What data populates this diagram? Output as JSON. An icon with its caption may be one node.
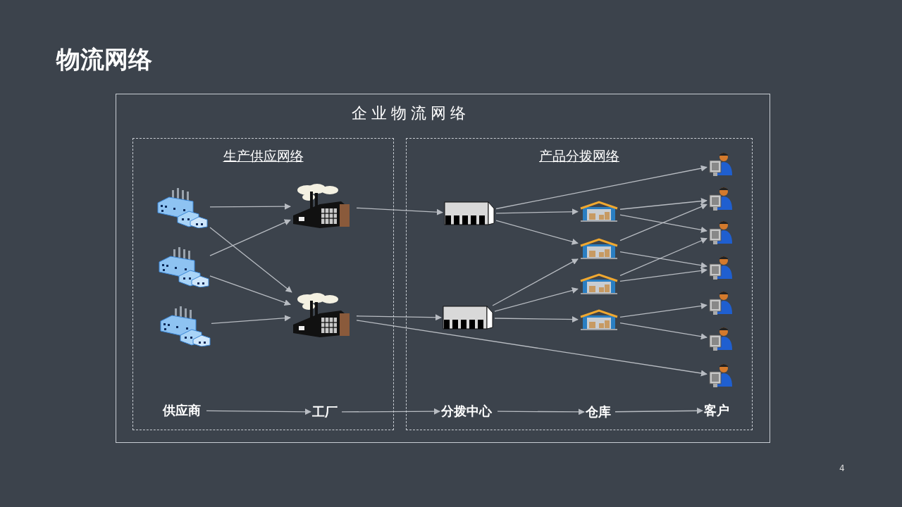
{
  "diagram": {
    "title": "物流网络",
    "nodes": [
      {
        "text": [
          "企业物流网络"
        ]
      },
      {
        "text": [
          "生产供应网络"
        ],
        "in": 0
      },
      {
        "text": [
          "产品分拨网络"
        ],
        "in": 0
      },
      {
        "text": [],
        "shape": "picture",
        "in": 1
      },
      {
        "text": [],
        "shape": "picture",
        "in": 1
      },
      {
        "text": [],
        "shape": "picture",
        "in": 1
      },
      {
        "text": [],
        "shape": "picture",
        "in": 1
      },
      {
        "text": [],
        "shape": "picture",
        "in": 1
      },
      {
        "text": [],
        "shape": "picture",
        "in": 2
      },
      {
        "text": [],
        "shape": "picture",
        "in": 2
      },
      {
        "text": [],
        "shape": "picture",
        "in": 2
      },
      {
        "text": [],
        "shape": "picture",
        "in": 2
      },
      {
        "text": [],
        "shape": "picture",
        "in": 2
      },
      {
        "text": [],
        "shape": "picture",
        "in": 2
      },
      {
        "text": [],
        "shape": "picture",
        "in": 2
      },
      {
        "text": [],
        "shape": "picture",
        "in": 2
      },
      {
        "text": [],
        "shape": "picture",
        "in": 2
      },
      {
        "text": [],
        "shape": "picture",
        "in": 2
      },
      {
        "text": [],
        "shape": "picture",
        "in": 2
      },
      {
        "text": [],
        "shape": "picture",
        "in": 2
      },
      {
        "text": [],
        "shape": "picture",
        "in": 2
      },
      {
        "text": [
          "供应商"
        ],
        "in": 1
      },
      {
        "text": [
          "工厂"
        ],
        "in": 1
      },
      {
        "text": [
          "分拨中心"
        ],
        "in": 2
      },
      {
        "text": [
          "仓库"
        ],
        "in": 2
      },
      {
        "text": [
          "客户"
        ],
        "in": 2
      }
    ],
    "edges": [
      {
        "from": 3,
        "to": 6,
        "arrow": "to"
      },
      {
        "from": 3,
        "to": 7,
        "arrow": "to"
      },
      {
        "from": 4,
        "to": 6,
        "arrow": "to"
      },
      {
        "from": 4,
        "to": 7,
        "arrow": "to"
      },
      {
        "from": 5,
        "to": 7,
        "arrow": "to"
      },
      {
        "from": 6,
        "to": 8,
        "arrow": "to"
      },
      {
        "from": 7,
        "to": 9,
        "arrow": "to"
      },
      {
        "from": 7,
        "to": 20,
        "arrow": "to"
      },
      {
        "from": 8,
        "to": 14,
        "arrow": "to"
      },
      {
        "from": 8,
        "to": 10,
        "arrow": "to"
      },
      {
        "from": 8,
        "to": 11,
        "arrow": "to"
      },
      {
        "from": 9,
        "to": 11,
        "arrow": "to"
      },
      {
        "from": 9,
        "to": 12,
        "arrow": "to"
      },
      {
        "from": 9,
        "to": 13,
        "arrow": "to"
      },
      {
        "from": 10,
        "to": 15,
        "arrow": "to"
      },
      {
        "from": 10,
        "to": 16,
        "arrow": "to"
      },
      {
        "from": 11,
        "to": 15,
        "arrow": "to"
      },
      {
        "from": 11,
        "to": 17,
        "arrow": "to"
      },
      {
        "from": 12,
        "to": 16,
        "arrow": "to"
      },
      {
        "from": 12,
        "to": 17,
        "arrow": "to"
      },
      {
        "from": 13,
        "to": 18,
        "arrow": "to"
      },
      {
        "from": 13,
        "to": 19,
        "arrow": "to"
      },
      {
        "from": 21,
        "to": 22,
        "arrow": "to"
      },
      {
        "from": 22,
        "to": 23,
        "arrow": "to"
      },
      {
        "from": 23,
        "to": 24,
        "arrow": "to"
      },
      {
        "from": 24,
        "to": 25,
        "arrow": "to"
      }
    ],
    "labels": [
      "4"
    ]
  }
}
